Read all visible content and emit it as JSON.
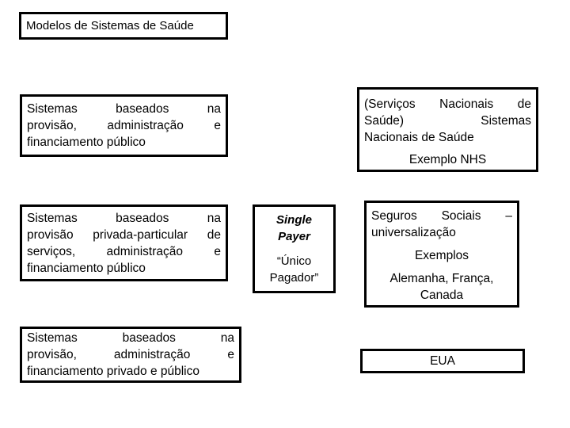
{
  "slide": {
    "title": "Modelos de Sistemas de Saúde",
    "background_color": "#ffffff",
    "border_color": "#000000",
    "text_color": "#000000"
  },
  "boxes": {
    "publico": {
      "line1": "Sistemas baseados na",
      "line2": "provisão, administração e",
      "line3": "financiamento público"
    },
    "nhs": {
      "line1": "(Serviços Nacionais de",
      "line2": "Saúde) Sistemas",
      "line3": "Nacionais de Saúde",
      "example": "Exemplo NHS"
    },
    "privada_particular": {
      "line1": "Sistemas baseados na",
      "line2": "provisão privada-particular de",
      "line3": "serviços, administração e",
      "line4": "financiamento público"
    },
    "single_payer": {
      "en_line1": "Single",
      "en_line2": "Payer",
      "pt_line1": "“Único",
      "pt_line2": "Pagador”"
    },
    "seguros_sociais": {
      "line1": "Seguros Sociais –",
      "line2": "universalização",
      "examples_label": "Exemplos",
      "examples_line1": "Alemanha, França,",
      "examples_line2": "Canada"
    },
    "privado_publico": {
      "line1": "Sistemas baseados na",
      "line2": "provisão, administração e",
      "line3": "financiamento privado e público"
    },
    "eua": {
      "label": "EUA"
    }
  }
}
